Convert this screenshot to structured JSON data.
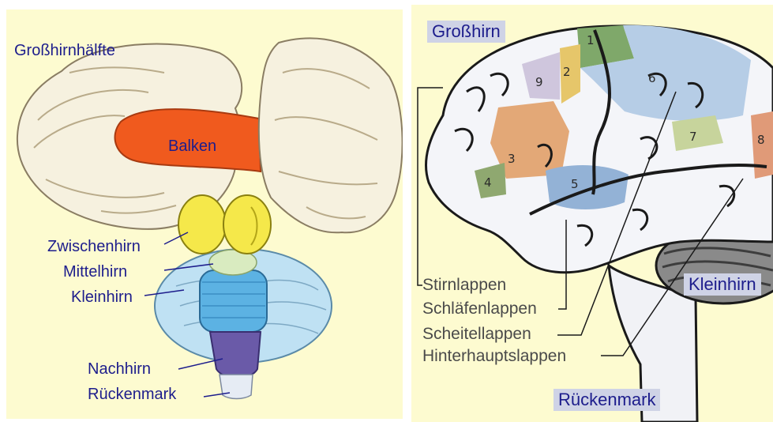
{
  "left_panel": {
    "title": "Großhirnhälfte",
    "corpus_label": "Balken",
    "labels": {
      "zwischenhirn": "Zwischenhirn",
      "mittelhirn": "Mittelhirn",
      "kleinhirn": "Kleinhirn",
      "nachhirn": "Nachhirn",
      "rueckenmark": "Rückenmark"
    }
  },
  "right_panel": {
    "title": "Großhirn",
    "kleinhirn": "Kleinhirn",
    "rueckenmark": "Rückenmark",
    "lobes": {
      "stirn": "Stirnlappen",
      "schlaefen": "Schläfenlappen",
      "scheitel": "Scheitellappen",
      "hinterhaupt": "Hinterhauptslappen"
    },
    "areas": [
      {
        "num": "1",
        "color": "#7fa86a"
      },
      {
        "num": "2",
        "color": "#e6c66a"
      },
      {
        "num": "3",
        "color": "#e3a877"
      },
      {
        "num": "4",
        "color": "#8fa870"
      },
      {
        "num": "5",
        "color": "#93b2d6"
      },
      {
        "num": "6",
        "color": "#b6cde6"
      },
      {
        "num": "7",
        "color": "#c7d49c"
      },
      {
        "num": "8",
        "color": "#e09a78"
      },
      {
        "num": "9",
        "color": "#cfc6dd"
      }
    ]
  },
  "colors": {
    "background": "#fdfbd0",
    "label_blue": "#1d1d8c",
    "balken": "#f05a1e",
    "zwischenhirn": "#f5e84a",
    "kleinhirn_left": "#bfe1f3",
    "nachhirn": "#6a5aa8"
  }
}
